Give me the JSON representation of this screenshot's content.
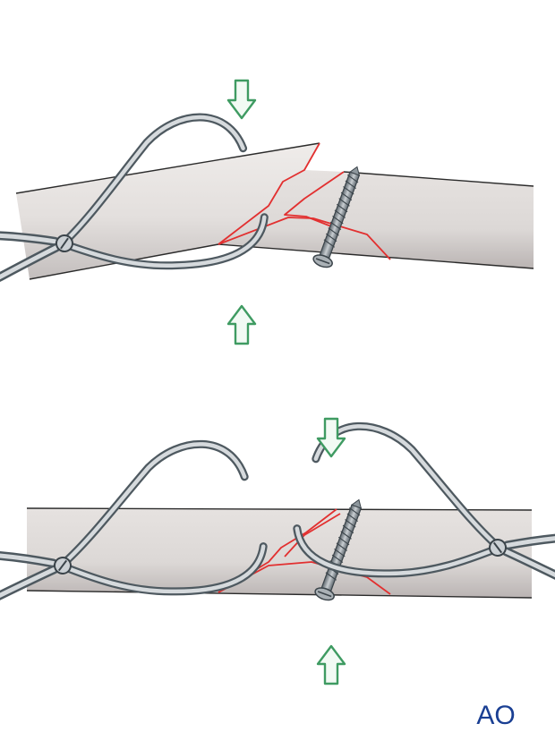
{
  "illustration": {
    "panels": [
      {
        "id": "top",
        "state": "bone fragments misaligned; pointed reduction clamp holds obliquely; screw fixed in right fragment"
      },
      {
        "id": "bottom",
        "state": "bone fragments aligned; two pointed reduction clamps hold fracture; screw across fracture"
      }
    ],
    "arrow_icon": "hollow-block-arrow-icon",
    "instrument_icon": "pointed-reduction-clamp-icon",
    "implant_icon": "lag-screw-icon"
  },
  "logo": {
    "text": "AO"
  },
  "colors": {
    "arrow": "#3f9b62",
    "arrow_fill": "#f2faf4",
    "fracture": "#e23030",
    "bone_light": "#e7e3e1",
    "bone_dark": "#bdb7b6",
    "bone_edge": "#2b2b2b",
    "instrument_dark": "#556069",
    "instrument_light": "#d9dde0",
    "logo": "#1a3f93"
  }
}
